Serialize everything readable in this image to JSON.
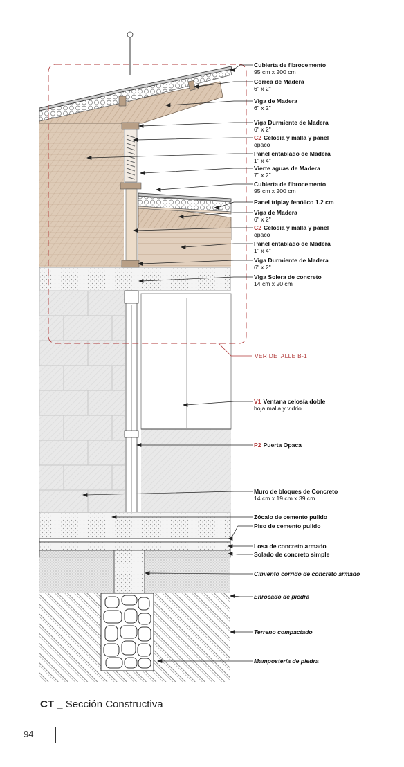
{
  "labels": [
    {
      "title": "Cubierta de fibrocemento",
      "sub": "95 cm x 200 cm"
    },
    {
      "title": "Correa de Madera",
      "sub": "6\" x 2\""
    },
    {
      "title": "Viga de Madera",
      "sub": "6\" x 2\""
    },
    {
      "title": "Viga Durmiente de Madera",
      "sub": "6\" x 2\""
    },
    {
      "code": "C2",
      "title": "Celosía y malla y panel",
      "sub": "opaco"
    },
    {
      "title": "Panel entablado de Madera",
      "sub": "1\" x 4\""
    },
    {
      "title": "Vierte aguas de Madera",
      "sub": "7\" x 2\""
    },
    {
      "title": "Cubierta de fibrocemento",
      "sub": "95 cm x 200 cm"
    },
    {
      "title": "Panel triplay fenólico 1.2 cm",
      "sub": ""
    },
    {
      "title": "Viga de Madera",
      "sub": "6\" x 2\""
    },
    {
      "code": "C2",
      "title": "Celosía y malla y panel",
      "sub": "opaco"
    },
    {
      "title": "Panel entablado de Madera",
      "sub": "1\" x 4\""
    },
    {
      "title": "Viga Durmiente de Madera",
      "sub": "6\" x 2\""
    },
    {
      "title": "Viga Solera de concreto",
      "sub": "14  cm x  20 cm"
    },
    {
      "code": "V1",
      "title": "Ventana celosía doble",
      "sub": "hoja malla y vidrio"
    },
    {
      "code": "P2",
      "title": "Puerta Opaca",
      "sub": ""
    },
    {
      "title": "Muro de bloques de Concreto",
      "sub": "14 cm x 19 cm x 39 cm"
    },
    {
      "title": "Zócalo de cemento pulido",
      "sub": ""
    },
    {
      "title": "Piso de cemento pulido",
      "sub": ""
    },
    {
      "title": "Losa de concreto armado",
      "sub": ""
    },
    {
      "title": "Solado de concreto simple",
      "sub": ""
    },
    {
      "title": "Cimiento corrido de concreto armado",
      "sub": ""
    },
    {
      "title": "Enrocado de piedra",
      "sub": ""
    },
    {
      "title": "Terreno compactado",
      "sub": ""
    },
    {
      "title": "Mampostería de piedra",
      "sub": ""
    }
  ],
  "detail_reference": "VER DETALLE  B-1",
  "caption": {
    "code": "CT _",
    "text": "Sección Constructiva"
  },
  "page_number": "94",
  "colors": {
    "wood": "#dcc7b2",
    "wood_dark": "#b89f86",
    "accent_red": "#b13a3a",
    "block": "#e6e6e6",
    "concrete": "#f1f1f1"
  }
}
